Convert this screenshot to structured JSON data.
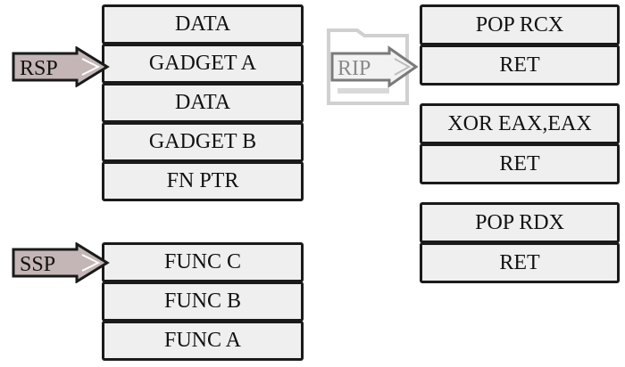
{
  "colors": {
    "cell_fill": "#efefef",
    "cell_border": "#1a1a1a",
    "pointer_fill": "#c4b6b6",
    "rip_ghost": "#b0b0b0"
  },
  "stack": {
    "pointer_label": "RSP",
    "cells": [
      "DATA",
      "GADGET A",
      "DATA",
      "GADGET B",
      "FN PTR"
    ]
  },
  "shadow_stack": {
    "pointer_label": "SSP",
    "cells": [
      "FUNC C",
      "FUNC B",
      "FUNC A"
    ]
  },
  "instruction_pointer": {
    "label": "RIP"
  },
  "gadgets": [
    {
      "cells": [
        "POP RCX",
        "RET"
      ]
    },
    {
      "cells": [
        "XOR EAX,EAX",
        "RET"
      ]
    },
    {
      "cells": [
        "POP RDX",
        "RET"
      ]
    }
  ]
}
